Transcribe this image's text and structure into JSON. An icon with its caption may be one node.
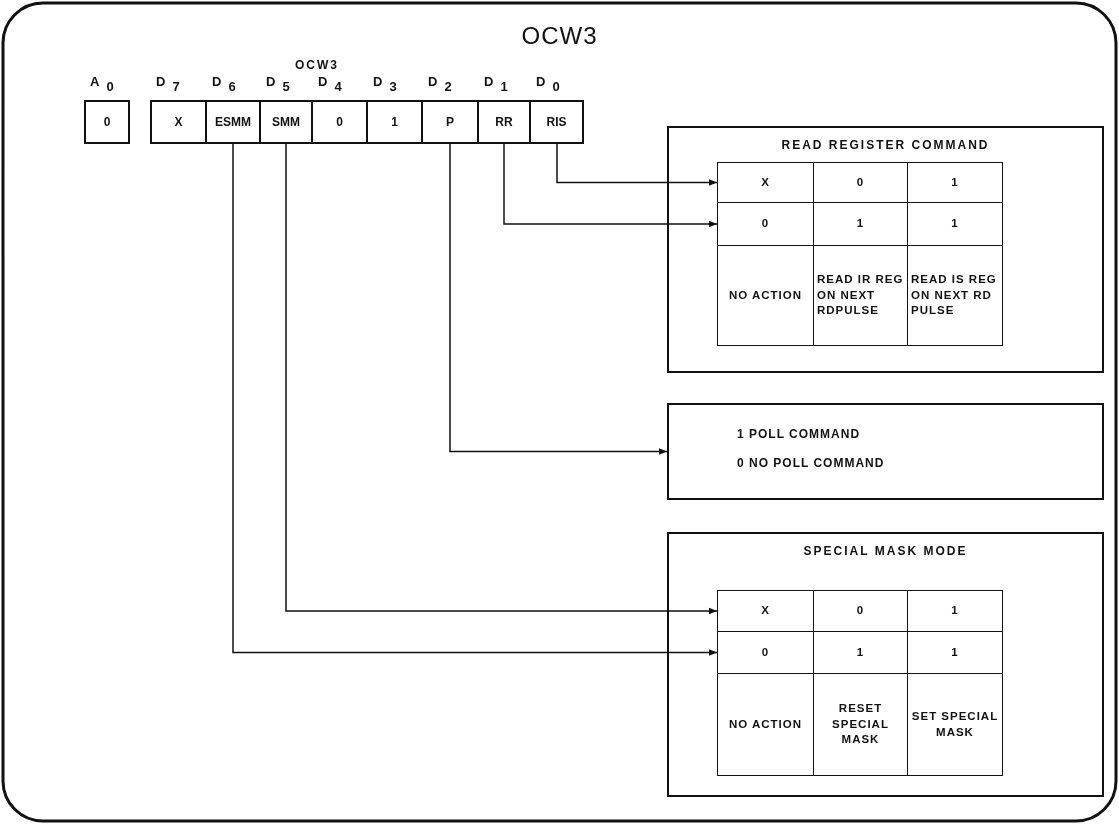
{
  "diagram": {
    "title": "OCW3",
    "nodes": [
      {
        "text": [
          "A$_{0}$",
          "0"
        ]
      },
      {
        "text": [
          "D$_{7}$",
          "X"
        ]
      },
      {
        "text": [
          "D$_{6}$",
          "ESMM"
        ]
      },
      {
        "text": [
          "D$_{5}$",
          "SMM"
        ]
      },
      {
        "text": [
          "D$_{4}$",
          "0"
        ]
      },
      {
        "text": [
          "D$_{3}$",
          "1"
        ]
      },
      {
        "text": [
          "D$_{2}$",
          "P"
        ]
      },
      {
        "text": [
          "D$_{1}$",
          "RR"
        ]
      },
      {
        "text": [
          "D$_{0}$",
          "RIS"
        ]
      },
      {
        "text": [
          "READ REGISTER COMMAND"
        ]
      },
      {
        "text": [
          "X"
        ],
        "in": 9
      },
      {
        "text": [
          "0"
        ],
        "in": 9
      },
      {
        "text": [
          "1"
        ],
        "in": 9
      },
      {
        "text": [
          "0"
        ],
        "in": 9
      },
      {
        "text": [
          "1"
        ],
        "in": 9
      },
      {
        "text": [
          "1"
        ],
        "in": 9
      },
      {
        "text": [
          "NO ACTION"
        ],
        "in": 9
      },
      {
        "text": [
          "READ IR REG ON NEXT RDPULSE"
        ],
        "in": 9
      },
      {
        "text": [
          "READ IS REG ON NEXT RD PULSE"
        ],
        "in": 9
      },
      {
        "text": [
          "1 POLL COMMAND",
          "0 NO POLL COMMAND"
        ]
      },
      {
        "text": [
          "SPECIAL MASK MODE"
        ]
      },
      {
        "text": [
          "X"
        ],
        "in": 20
      },
      {
        "text": [
          "0"
        ],
        "in": 20
      },
      {
        "text": [
          "1"
        ],
        "in": 20
      },
      {
        "text": [
          "0"
        ],
        "in": 20
      },
      {
        "text": [
          "1"
        ],
        "in": 20
      },
      {
        "text": [
          "1"
        ],
        "in": 20
      },
      {
        "text": [
          "NO ACTION"
        ],
        "in": 20
      },
      {
        "text": [
          "RESET SPECIAL MASK"
        ],
        "in": 20
      },
      {
        "text": [
          "SET SPECIAL MASK"
        ],
        "in": 20
      }
    ],
    "edges": [
      {
        "from": 8,
        "to": 10,
        "arrow": "to"
      },
      {
        "from": 7,
        "to": 13,
        "arrow": "to"
      },
      {
        "from": 6,
        "to": 19,
        "arrow": "to"
      },
      {
        "from": 3,
        "to": 21,
        "arrow": "to"
      },
      {
        "from": 2,
        "to": 24,
        "arrow": "to"
      }
    ],
    "labels": [
      "OCW3"
    ]
  }
}
